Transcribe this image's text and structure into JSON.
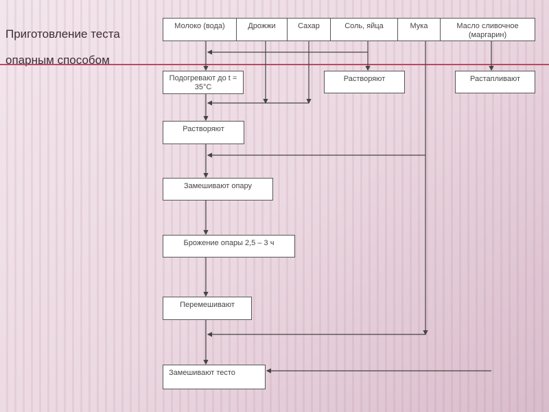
{
  "title": {
    "line1": "Приготовление теста",
    "line2": "опарным способом"
  },
  "ingredients": [
    "Молоко (вода)",
    "Дрожжи",
    "Сахар",
    "Соль, яйца",
    "Мука",
    "Масло сливочное (маргарин)"
  ],
  "steps": {
    "heat": "Подогревают до  t = 35°C",
    "dissolve_salt": "Растворяют",
    "melt": "Растапливают",
    "dissolve": "Растворяют",
    "knead_sponge": "Замешивают опару",
    "ferment": "Брожение опары 2,5 – 3 ч",
    "mix": "Перемешивают",
    "knead_dough": "Замешивают тесто"
  },
  "colors": {
    "accent": "#b84a62",
    "line": "#444444"
  }
}
